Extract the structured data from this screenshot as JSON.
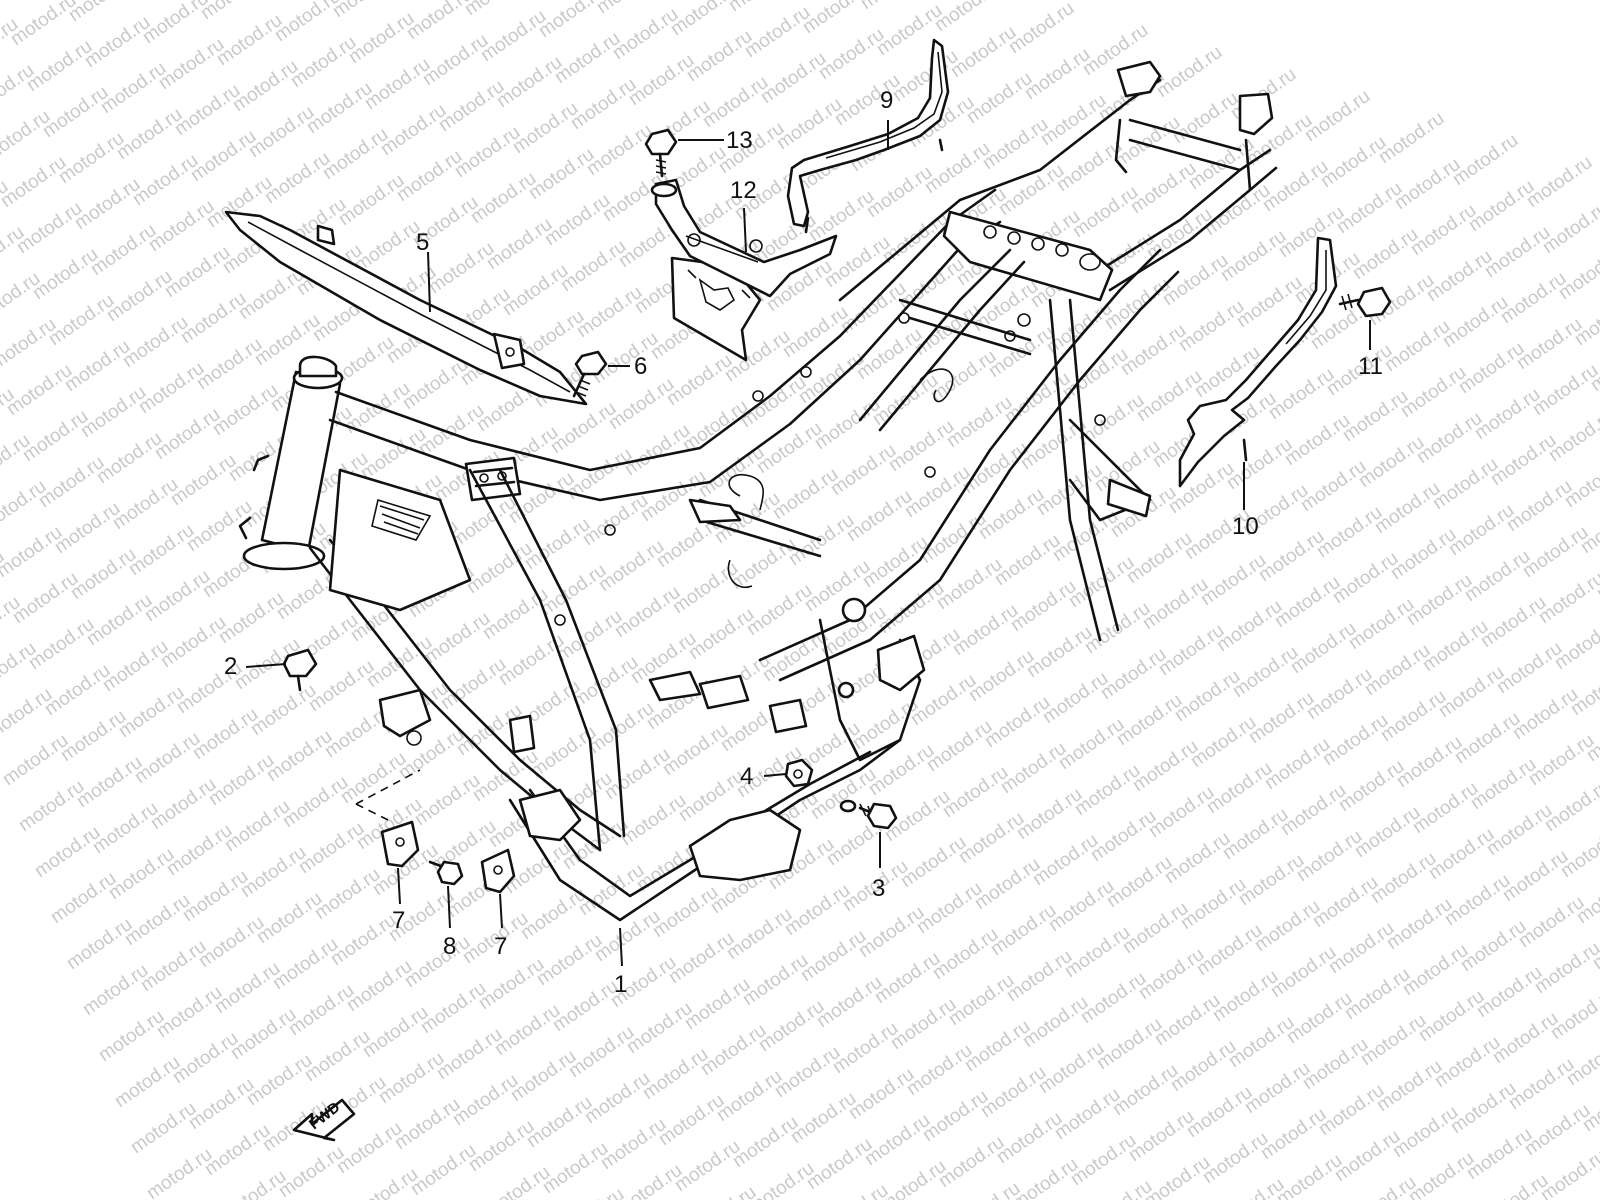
{
  "watermark": {
    "text": "motod.ru",
    "color": "#c9c9c9"
  },
  "diagram": {
    "line_color": "#111111",
    "fwd_label": "FWD",
    "callouts": [
      {
        "id": "c1",
        "label": "1"
      },
      {
        "id": "c2",
        "label": "2"
      },
      {
        "id": "c3",
        "label": "3"
      },
      {
        "id": "c4",
        "label": "4"
      },
      {
        "id": "c5",
        "label": "5"
      },
      {
        "id": "c6",
        "label": "6"
      },
      {
        "id": "c7a",
        "label": "7"
      },
      {
        "id": "c7b",
        "label": "7"
      },
      {
        "id": "c8",
        "label": "8"
      },
      {
        "id": "c9",
        "label": "9"
      },
      {
        "id": "c10",
        "label": "10"
      },
      {
        "id": "c11",
        "label": "11"
      },
      {
        "id": "c12",
        "label": "12"
      },
      {
        "id": "c13",
        "label": "13"
      }
    ]
  }
}
